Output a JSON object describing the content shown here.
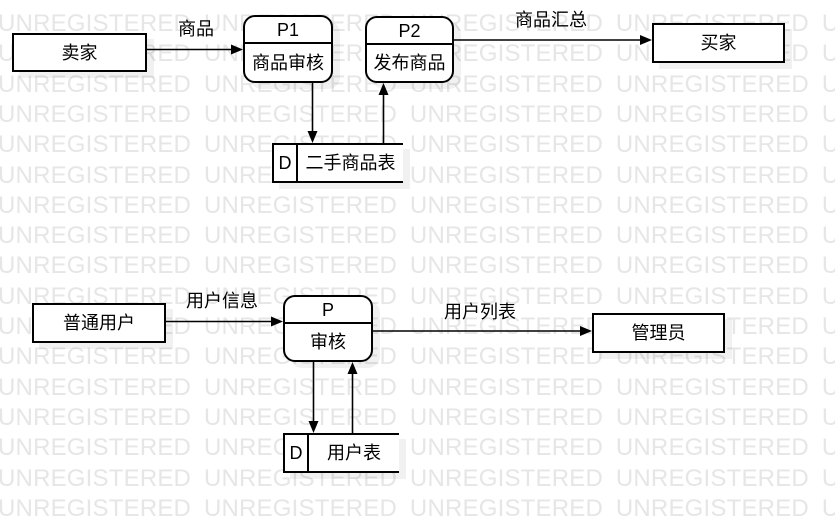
{
  "watermark": {
    "text": "UNREGISTERED",
    "rows": 17,
    "repeats_per_row": 6
  },
  "diagram": {
    "external_entities": [
      {
        "id": "seller",
        "label": "卖家"
      },
      {
        "id": "buyer",
        "label": "买家"
      },
      {
        "id": "normal-user",
        "label": "普通用户"
      },
      {
        "id": "admin",
        "label": "管理员"
      }
    ],
    "processes": [
      {
        "id": "p1",
        "code": "P1",
        "label": "商品审核"
      },
      {
        "id": "p2",
        "code": "P2",
        "label": "发布商品"
      },
      {
        "id": "p",
        "code": "P",
        "label": "审核"
      }
    ],
    "data_stores": [
      {
        "id": "secondhand-goods-table",
        "prefix": "D",
        "label": "二手商品表"
      },
      {
        "id": "user-table",
        "prefix": "D",
        "label": "用户表"
      }
    ],
    "flows": [
      {
        "id": "goods",
        "label": "商品"
      },
      {
        "id": "goods-summary",
        "label": "商品汇总"
      },
      {
        "id": "user-info",
        "label": "用户信息"
      },
      {
        "id": "user-list",
        "label": "用户列表"
      }
    ]
  },
  "colors": {
    "line": "#000000",
    "shape_fill": "#ffffff",
    "watermark": "#e6e6e6"
  }
}
